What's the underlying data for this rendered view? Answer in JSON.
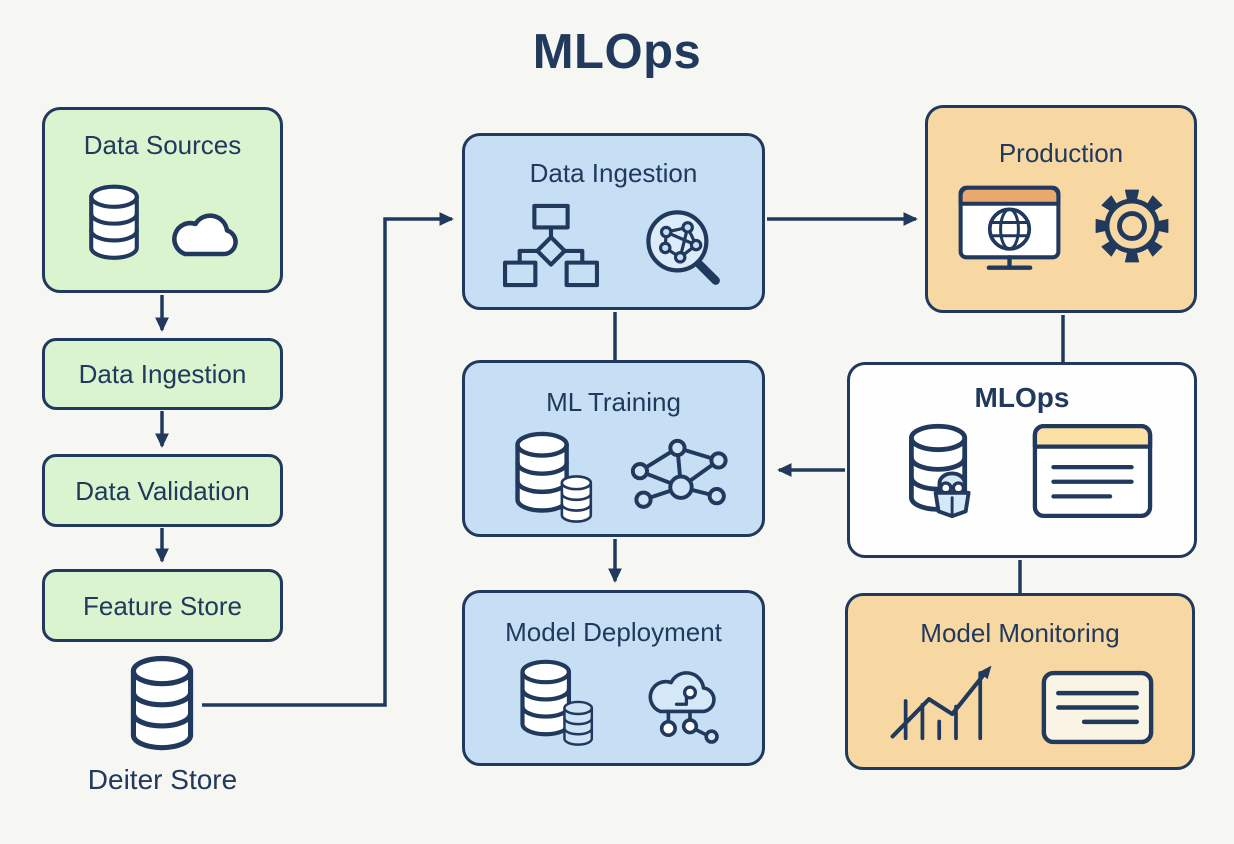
{
  "title": "MLOps",
  "boxes": {
    "data_sources": {
      "label": "Data Sources",
      "icons": [
        "database-icon",
        "cloud-icon"
      ]
    },
    "data_ingestion_left": {
      "label": "Data Ingestion",
      "icons": []
    },
    "data_validation": {
      "label": "Data Validation",
      "icons": []
    },
    "feature_store": {
      "label": "Feature Store",
      "icons": []
    },
    "deiter_store": {
      "label": "Deiter Store",
      "icons": [
        "database-icon"
      ]
    },
    "data_ingestion": {
      "label": "Data Ingestion",
      "icons": [
        "flowchart-icon",
        "network-magnifier-icon"
      ]
    },
    "ml_training": {
      "label": "ML Training",
      "icons": [
        "database-stack-icon",
        "neural-network-icon"
      ]
    },
    "model_deployment": {
      "label": "Model Deployment",
      "icons": [
        "database-stack-icon",
        "cloud-nodes-icon"
      ]
    },
    "production": {
      "label": "Production",
      "icons": [
        "browser-globe-icon",
        "gear-icon"
      ]
    },
    "mlops": {
      "label": "MLOps",
      "icons": [
        "database-robot-icon",
        "document-card-icon"
      ]
    },
    "model_monitoring": {
      "label": "Model Monitoring",
      "icons": [
        "trend-chart-icon",
        "report-card-icon"
      ]
    }
  },
  "colors": {
    "background": "#f6f6f3",
    "outline_navy": "#20395c",
    "green_fill": "#d9f4cf",
    "blue_fill": "#c7dff5",
    "orange_fill": "#f8d8a2",
    "white_fill": "#fefefe",
    "cream_fill": "#faf4e4",
    "icon_light_blue": "#d5e8f8",
    "browser_header_orange": "#eaa86f",
    "card_header_orange": "#fde0a4"
  }
}
